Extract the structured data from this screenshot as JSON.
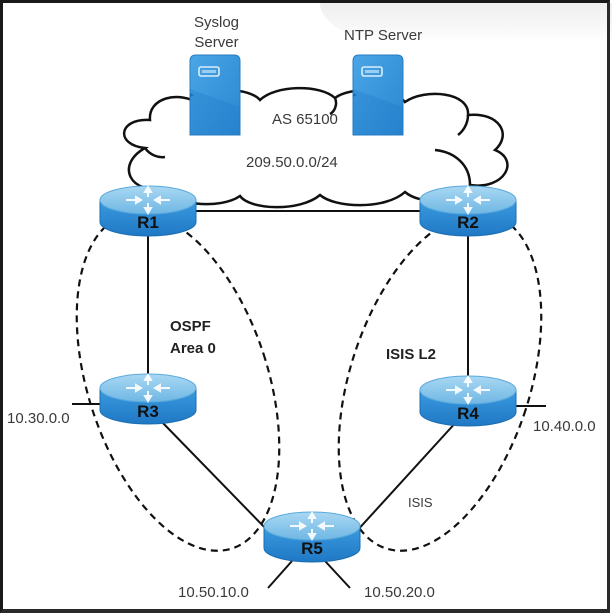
{
  "diagram": {
    "servers": [
      {
        "id": "syslog",
        "label_line1": "Syslog",
        "label_line2": "Server"
      },
      {
        "id": "ntp",
        "label": "NTP Server"
      }
    ],
    "cloud": {
      "as_label": "AS 65100",
      "subnet": "209.50.0.0/24"
    },
    "routers": [
      {
        "id": "R1",
        "label": "R1"
      },
      {
        "id": "R2",
        "label": "R2"
      },
      {
        "id": "R3",
        "label": "R3"
      },
      {
        "id": "R4",
        "label": "R4"
      },
      {
        "id": "R5",
        "label": "R5"
      }
    ],
    "links": [
      [
        "R1",
        "R2"
      ],
      [
        "R1",
        "R3"
      ],
      [
        "R2",
        "R4"
      ],
      [
        "R3",
        "R5"
      ],
      [
        "R4",
        "R5"
      ]
    ],
    "areas": {
      "ospf_line1": "OSPF",
      "ospf_line2": "Area 0",
      "isis_l2": "ISIS L2",
      "isis_link": "ISIS"
    },
    "networks": {
      "r3": "10.30.0.0",
      "r4": "10.40.0.0",
      "r5_left": "10.50.10.0",
      "r5_right": "10.50.20.0"
    },
    "colors": {
      "device_blue": "#2e8fd6",
      "device_top": "#8fc9ee",
      "line": "#111111"
    }
  }
}
